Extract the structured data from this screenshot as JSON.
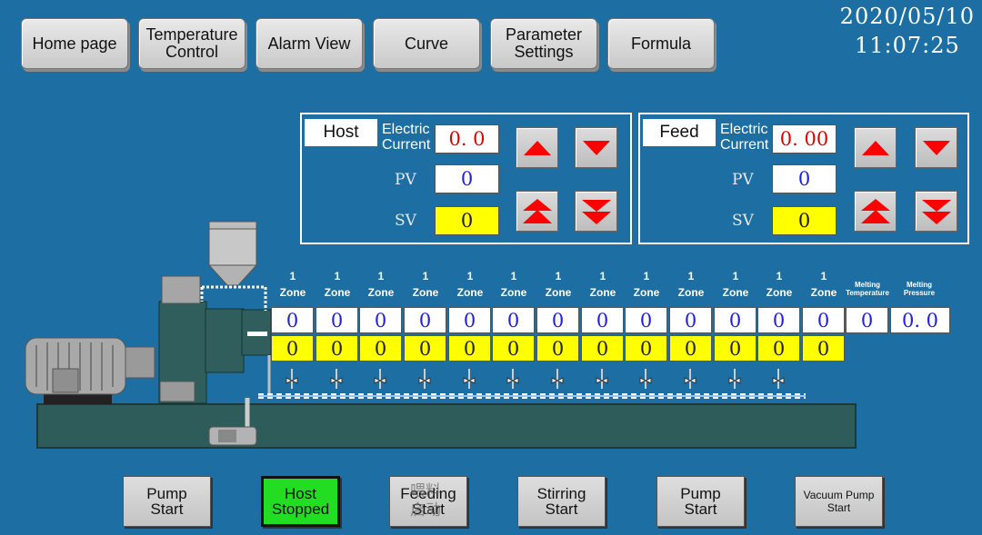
{
  "nav": {
    "home": "Home page",
    "temperature": "Temperature\nControl",
    "alarm": "Alarm View",
    "curve": "Curve",
    "parameter": "Parameter\nSettings",
    "formula": "Formula"
  },
  "datetime": {
    "date": "2020/05/10",
    "time": "11:07:25"
  },
  "host_panel": {
    "tag": "Host",
    "current_label": "Electric\nCurrent",
    "current_value": "0. 0",
    "pv_label": "PV",
    "pv_value": "0",
    "sv_label": "SV",
    "sv_value": "0"
  },
  "feed_panel": {
    "tag": "Feed",
    "current_label": "Electric\nCurrent",
    "current_value": "0. 00",
    "pv_label": "PV",
    "pv_value": "0",
    "sv_label": "SV",
    "sv_value": "0"
  },
  "zones": [
    {
      "num": "1",
      "label": "Zone",
      "pv": "0",
      "sv": "0"
    },
    {
      "num": "1",
      "label": "Zone",
      "pv": "0",
      "sv": "0"
    },
    {
      "num": "1",
      "label": "Zone",
      "pv": "0",
      "sv": "0"
    },
    {
      "num": "1",
      "label": "Zone",
      "pv": "0",
      "sv": "0"
    },
    {
      "num": "1",
      "label": "Zone",
      "pv": "0",
      "sv": "0"
    },
    {
      "num": "1",
      "label": "Zone",
      "pv": "0",
      "sv": "0"
    },
    {
      "num": "1",
      "label": "Zone",
      "pv": "0",
      "sv": "0"
    },
    {
      "num": "1",
      "label": "Zone",
      "pv": "0",
      "sv": "0"
    },
    {
      "num": "1",
      "label": "Zone",
      "pv": "0",
      "sv": "0"
    },
    {
      "num": "1",
      "label": "Zone",
      "pv": "0",
      "sv": "0"
    },
    {
      "num": "1",
      "label": "Zone",
      "pv": "0",
      "sv": "0"
    },
    {
      "num": "1",
      "label": "Zone",
      "pv": "0",
      "sv": "0"
    },
    {
      "num": "1",
      "label": "Zone",
      "pv": "0",
      "sv": "0"
    }
  ],
  "melting_temperature": {
    "label": "Melting\nTemperature",
    "value": "0"
  },
  "melting_pressure": {
    "label": "Melting\nPressure",
    "value": "0. 0"
  },
  "bottom": {
    "pump": "Pump\nStart",
    "host": "Host\nStopped",
    "feeding": "Feeding\nStart",
    "feeding_overlay": "喂料\n启动",
    "stirring": "Stirring\nStart",
    "pump2": "Pump\nStart",
    "vacuum": "Vacuum Pump\nStart"
  },
  "colors": {
    "background": "#1d6fa3",
    "host_status": "#22dd22",
    "sv": "#ffff00",
    "arrow": "#ff0000"
  }
}
